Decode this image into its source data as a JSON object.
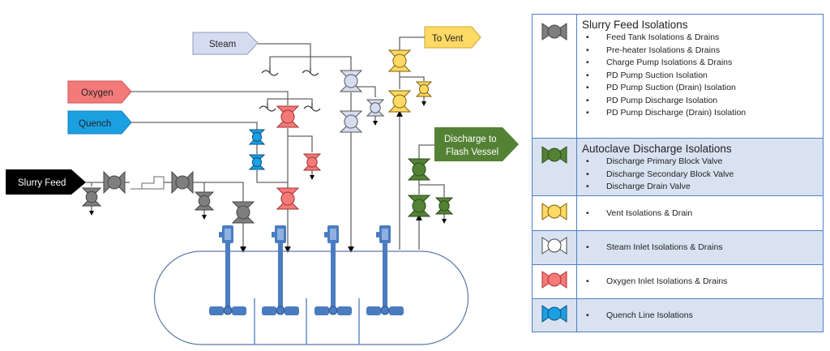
{
  "streams": {
    "steam": "Steam",
    "to_vent": "To Vent",
    "oxygen": "Oxygen",
    "quench": "Quench",
    "slurry_feed": "Slurry Feed",
    "discharge_line1": "Discharge to",
    "discharge_line2": "Flash Vessel"
  },
  "colors": {
    "slurry": "#7f7f7f",
    "discharge": "#548235",
    "vent": "#ffd966",
    "steam": "#d6dcf0",
    "oxygen": "#f47a7a",
    "quench": "#1ba1e2",
    "agitator": "#4a7cc0",
    "legend_border": "#4f7fc8",
    "legend_shaded": "#d9e2f1"
  },
  "legend": [
    {
      "icon": "slurry-valve-icon",
      "title": "Slurry Feed Isolations",
      "items": [
        "Feed Tank Isolations & Drains",
        "Pre-heater Isolations & Drains",
        "Charge Pump Isolations & Drains",
        "PD Pump Suction Isolation",
        "PD Pump Suction (Drain) Isolation",
        "PD Pump Discharge Isolation",
        "PD Pump Discharge (Drain) Isolation"
      ]
    },
    {
      "icon": "discharge-valve-icon",
      "title": "Autoclave Discharge Isolations",
      "items": [
        "Discharge Primary Block Valve",
        "Discharge Secondary Block Valve",
        "Discharge Drain Valve"
      ]
    },
    {
      "icon": "vent-valve-icon",
      "items": [
        "Vent Isolations & Drain"
      ]
    },
    {
      "icon": "steam-valve-icon",
      "items": [
        "Steam Inlet Isolations & Drains"
      ]
    },
    {
      "icon": "oxygen-valve-icon",
      "items": [
        "Oxygen Inlet Isolations & Drains"
      ]
    },
    {
      "icon": "quench-valve-icon",
      "items": [
        "Quench Line Isolations"
      ]
    }
  ]
}
